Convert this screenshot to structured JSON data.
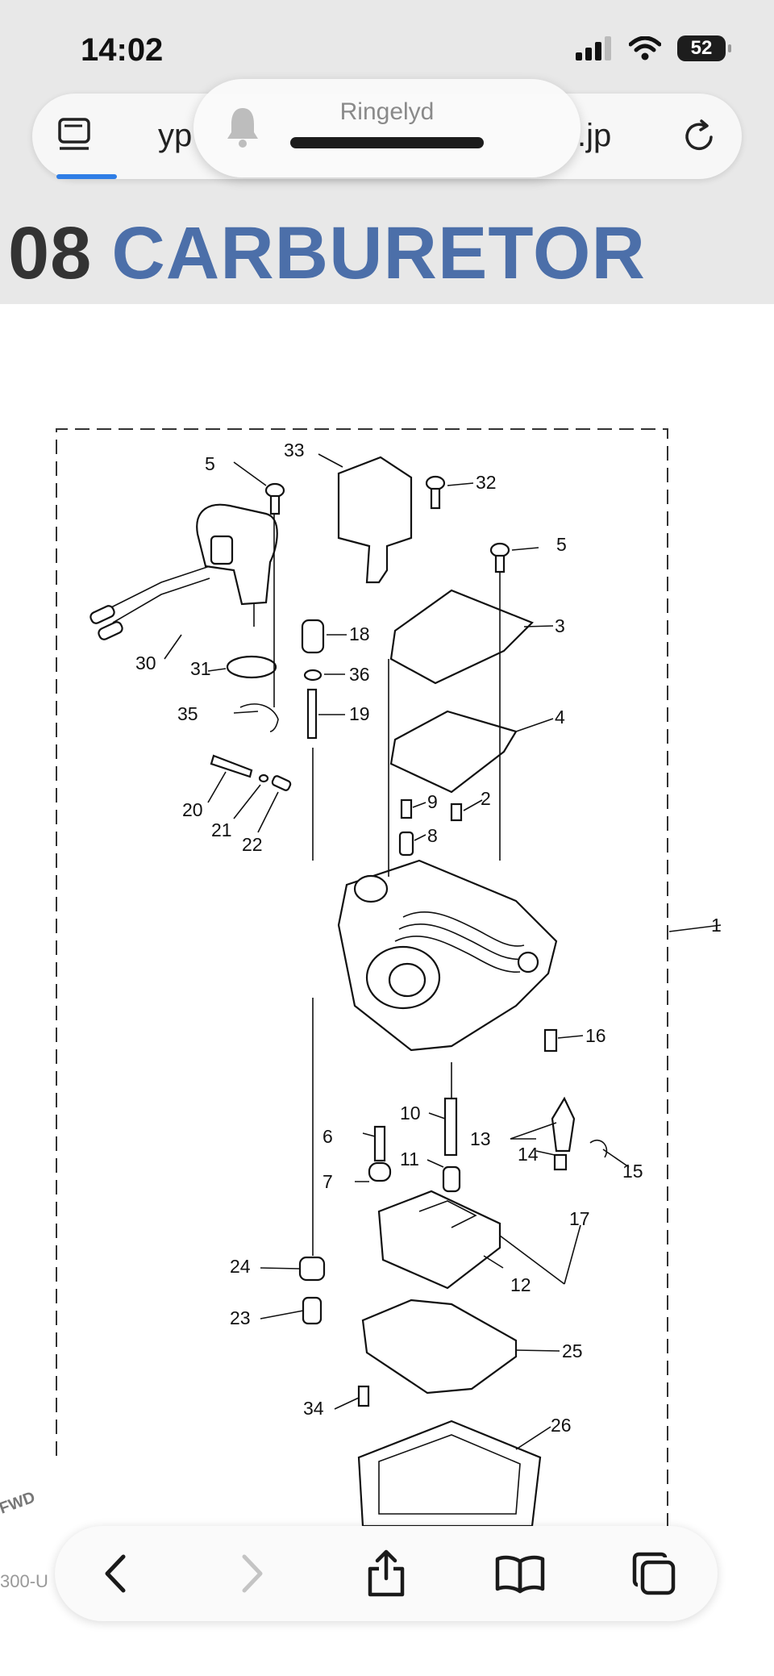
{
  "status_bar": {
    "time": "14:02",
    "battery": "52"
  },
  "notification": {
    "label": "Ringelyd"
  },
  "browser": {
    "url_start": "yp",
    "url_end": ".jp",
    "load_progress": 0.085
  },
  "page": {
    "title_number": "08",
    "title_word": "CARBURETOR"
  },
  "diagram": {
    "callouts": [
      "1",
      "2",
      "3",
      "4",
      "5",
      "5",
      "6",
      "7",
      "8",
      "9",
      "10",
      "11",
      "12",
      "13",
      "14",
      "15",
      "16",
      "17",
      "18",
      "19",
      "20",
      "21",
      "22",
      "23",
      "24",
      "25",
      "26",
      "30",
      "31",
      "32",
      "33",
      "34",
      "35",
      "36"
    ],
    "corner_label": "FWD",
    "edge_code": "300-U"
  },
  "toolbar": [
    "back",
    "forward",
    "share",
    "bookmarks",
    "tabs"
  ]
}
